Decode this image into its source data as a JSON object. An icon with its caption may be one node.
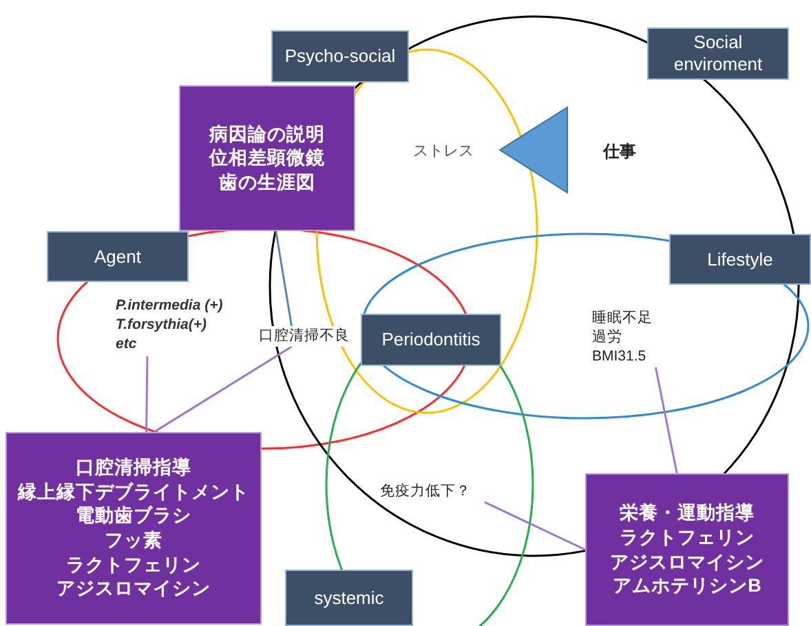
{
  "diagram": {
    "nodes": [
      {
        "text": [
          "Psycho-social"
        ]
      },
      {
        "text": [
          "Social enviroment"
        ]
      },
      {
        "text": [
          "病因論の説明",
          "位相差顕微鏡",
          "歯の生涯図"
        ]
      },
      {
        "text": [
          "Agent"
        ]
      },
      {
        "text": [
          "Lifestyle"
        ]
      },
      {
        "text": [
          "P.intermedia (+)",
          "T.forsythia(+)",
          "etc"
        ]
      },
      {
        "text": [
          "口腔清掃不良"
        ]
      },
      {
        "text": [
          "Periodontitis"
        ]
      },
      {
        "text": [
          "睡眠不足",
          "過労",
          "BMI31.5"
        ]
      },
      {
        "text": [
          "口腔清掃指導",
          "縁上縁下デブライトメント",
          "電動歯ブラシ",
          "フッ素",
          "ラクトフェリン",
          "アジスロマイシン"
        ]
      },
      {
        "text": [
          "免疫力低下？"
        ]
      },
      {
        "text": [
          "栄養・運動指導",
          "ラクトフェリン",
          "アジスロマイシン",
          "アムホテリシンB"
        ]
      },
      {
        "text": [
          "systemic"
        ]
      }
    ],
    "edges": [
      {
        "from": 5,
        "to": 9,
        "arrow": "none"
      },
      {
        "from": 6,
        "to": 9,
        "arrow": "none"
      },
      {
        "from": 2,
        "to": 6,
        "arrow": "none",
        "color": "#4f81bd"
      },
      {
        "from": 8,
        "to": 11,
        "arrow": "none"
      },
      {
        "from": 10,
        "to": 11,
        "arrow": "none"
      }
    ],
    "labels": [
      "ストレス",
      "仕事"
    ]
  }
}
